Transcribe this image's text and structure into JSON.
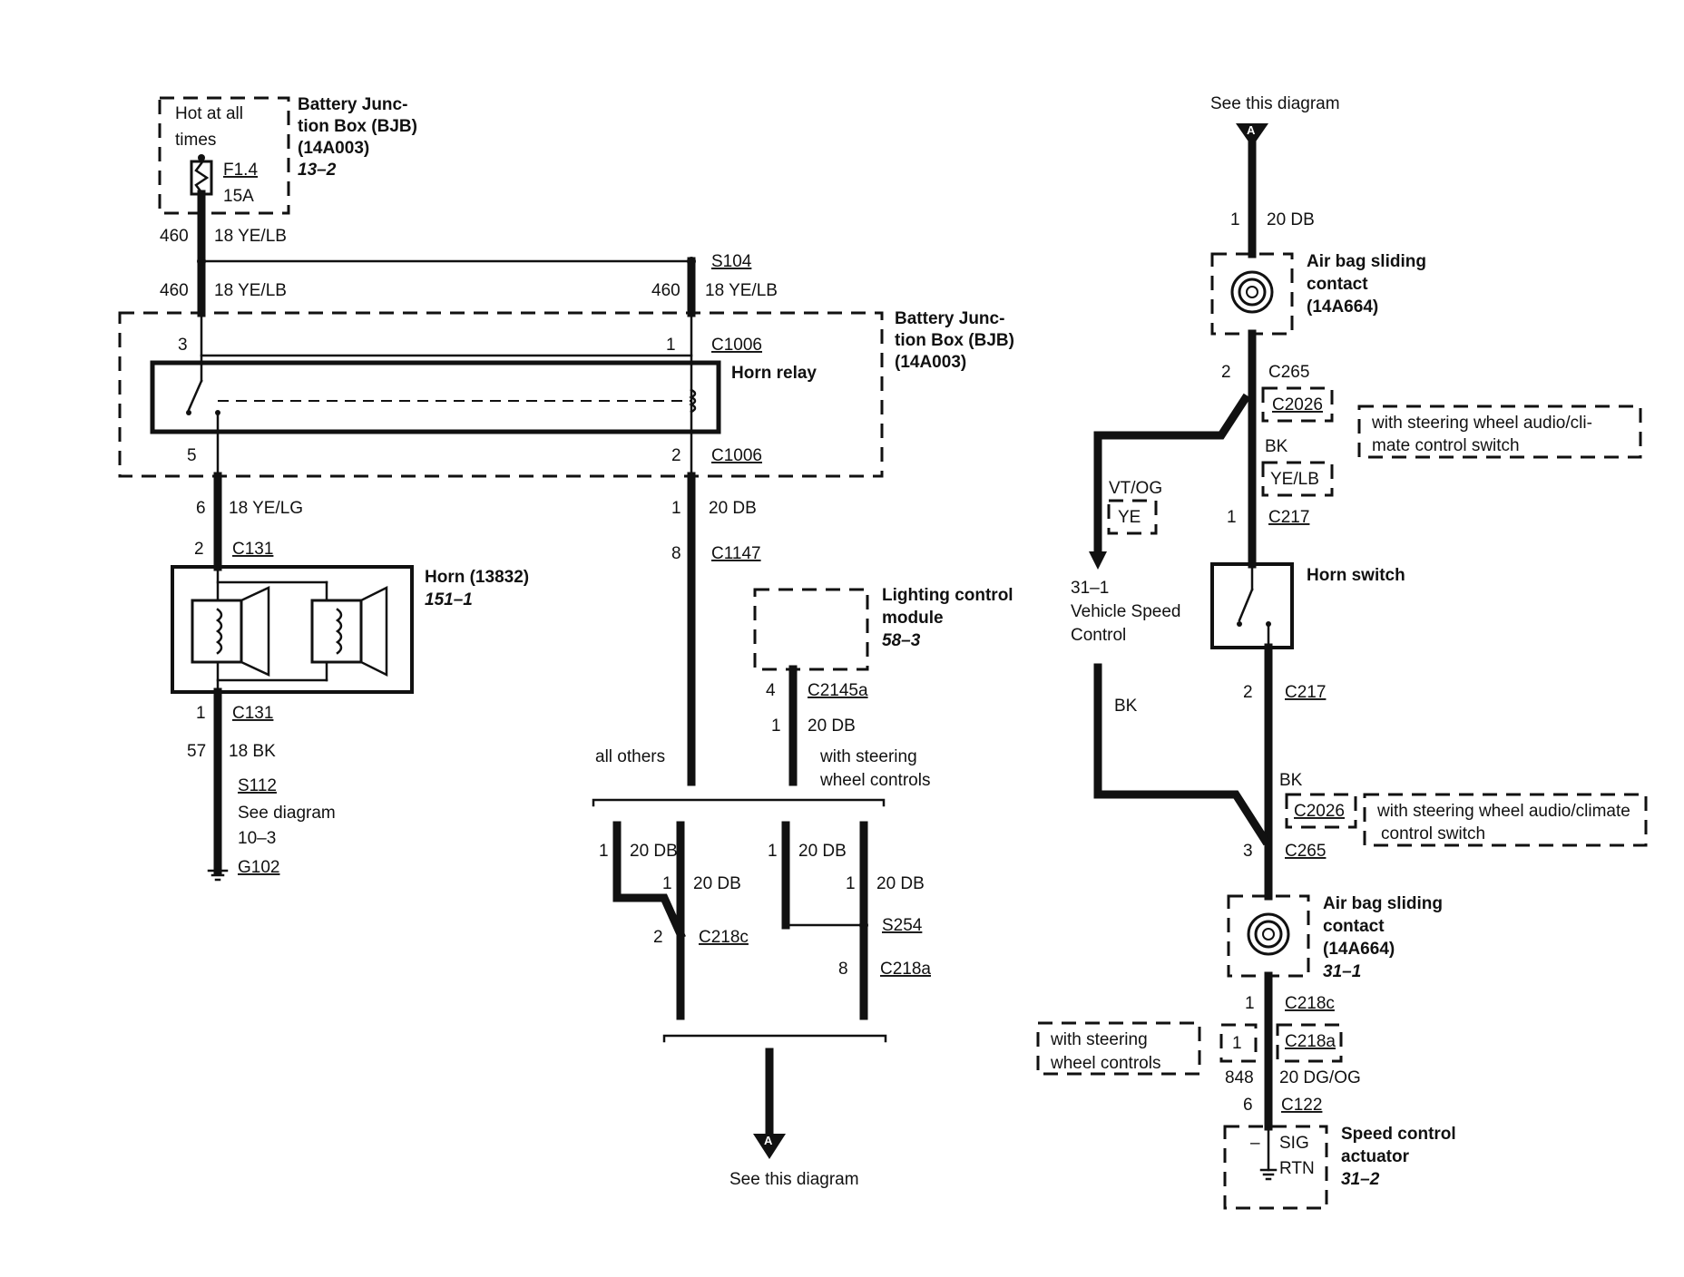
{
  "left": {
    "bjb_top": {
      "hot": [
        "Hot at all",
        "times"
      ],
      "fuse": "F1.4",
      "amp": "15A",
      "name": [
        "Battery Junc-",
        "tion Box (BJB)",
        "(14A003)"
      ],
      "ref": "13–2"
    },
    "w460a": {
      "circuit": "460",
      "spec": "18 YE/LB"
    },
    "w460b": {
      "circuit": "460",
      "spec": "18 YE/LB"
    },
    "s104": "S104",
    "w460c": {
      "circuit": "460",
      "spec": "18 YE/LB"
    },
    "bjb_right": {
      "name": [
        "Battery Junc-",
        "tion Box (BJB)",
        "(14A003)"
      ]
    },
    "relay": {
      "name": "Horn relay",
      "pin3": "3",
      "pin1": "1",
      "c1": "C1006",
      "pin5": "5",
      "pin2": "2",
      "c2": "C1006"
    },
    "w6": {
      "circuit": "6",
      "spec": "18 YE/LG"
    },
    "c131_top": {
      "pin": "2",
      "conn": "C131"
    },
    "horn": {
      "name": "Horn (13832)",
      "ref": "151–1"
    },
    "c131_bot": {
      "pin": "1",
      "conn": "C131"
    },
    "w57": {
      "circuit": "57",
      "spec": "18 BK"
    },
    "s112": "S112",
    "see_diagram": [
      "See diagram",
      "10–3"
    ],
    "g102": "G102"
  },
  "middle": {
    "w1": {
      "pin": "1",
      "spec": "20 DB"
    },
    "c1147": {
      "pin": "8",
      "conn": "C1147"
    },
    "lcm": {
      "name": [
        "Lighting control",
        "module"
      ],
      "ref": "58–3"
    },
    "c2145a": {
      "pin": "4",
      "conn": "C2145a"
    },
    "w1b": {
      "pin": "1",
      "spec": "20 DB"
    },
    "all_others": "all others",
    "with_steering": [
      "with steering",
      "wheel controls"
    ],
    "b1": {
      "pin": "1",
      "spec": "20 DB"
    },
    "b2": {
      "pin": "1",
      "spec": "20 DB"
    },
    "b3": {
      "pin": "1",
      "spec": "20 DB"
    },
    "b4": {
      "pin": "1",
      "spec": "20 DB"
    },
    "c218c": {
      "pin": "2",
      "conn": "C218c"
    },
    "s254": "S254",
    "c218a": {
      "pin": "8",
      "conn": "C218a"
    },
    "see_this": "See this diagram",
    "arrow_label": "A"
  },
  "right": {
    "see_this": "See this diagram",
    "arrow_label": "A",
    "w1": {
      "pin": "1",
      "spec": "20 DB"
    },
    "airbag_top": {
      "name": [
        "Air bag sliding",
        "contact",
        "(14A664)"
      ]
    },
    "c265_top": {
      "pin": "2",
      "conn": "C265",
      "alt": "C2026"
    },
    "note_top": [
      "with steering wheel audio/cli-",
      "mate control switch"
    ],
    "bk_top": "BK",
    "ye_lb": "YE/LB",
    "vt_og": "VT/OG",
    "ye": "YE",
    "c217_top": {
      "pin": "1",
      "conn": "C217"
    },
    "vsc": [
      "31–1",
      "Vehicle Speed",
      "Control"
    ],
    "horn_switch": "Horn switch",
    "c217_bot": {
      "pin": "2",
      "conn": "C217"
    },
    "bk_left": "BK",
    "bk_mid": "BK",
    "c2026_bot": "C2026",
    "note_mid": [
      "with steering wheel audio/climate",
      "control switch"
    ],
    "c265_bot": {
      "pin": "3",
      "conn": "C265"
    },
    "airbag_bot": {
      "name": [
        "Air bag sliding",
        "contact",
        "(14A664)"
      ],
      "ref": "31–1"
    },
    "c218c": {
      "pin": "1",
      "conn": "C218c"
    },
    "note_bot": [
      "with steering",
      "wheel controls"
    ],
    "alt_pin": "1",
    "c218a": "C218a",
    "w848": {
      "circuit": "848",
      "spec": "20 DG/OG"
    },
    "c122": {
      "pin": "6",
      "conn": "C122"
    },
    "actuator": {
      "name": [
        "Speed control",
        "actuator"
      ],
      "ref": "31–2",
      "sig": "SIG",
      "rtn": "RTN",
      "minus": "–"
    }
  }
}
